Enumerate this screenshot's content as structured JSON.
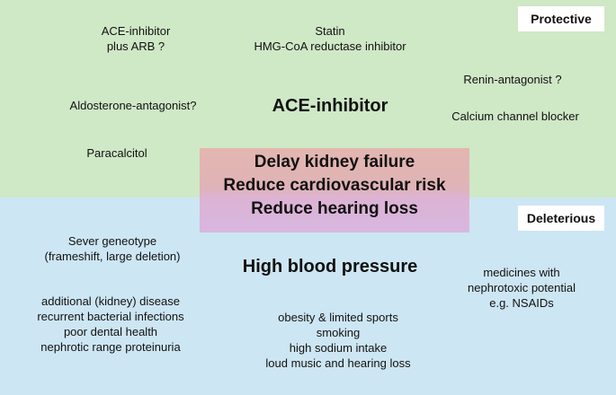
{
  "protective": {
    "tag": "Protective",
    "items": {
      "ace_arb": [
        "ACE-inhibitor",
        "plus ARB ?"
      ],
      "statin": [
        "Statin",
        "HMG-CoA reductase inhibitor"
      ],
      "renin": "Renin-antagonist ?",
      "aldosterone": "Aldosterone-antagonist?",
      "ace_main": "ACE-inhibitor",
      "calcium": "Calcium channel blocker",
      "paracalcitol": "Paracalcitol"
    }
  },
  "center": {
    "lines": [
      "Delay kidney failure",
      "Reduce cardiovascular risk",
      "Reduce hearing loss"
    ]
  },
  "deleterious": {
    "tag": "Deleterious",
    "items": {
      "genotype": [
        "Sever geneotype",
        "(frameshift, large deletion)"
      ],
      "hbp": "High blood pressure",
      "nephrotoxic": [
        "medicines with",
        "nephrotoxic potential",
        "e.g. NSAIDs"
      ],
      "disease": [
        "additional (kidney) disease",
        "recurrent bacterial infections",
        "poor dental health",
        "nephrotic range proteinuria"
      ],
      "lifestyle": [
        "obesity & limited sports",
        "smoking",
        "high sodium intake",
        "loud music and hearing loss"
      ]
    }
  },
  "colors": {
    "protective_bg": "#cfe8c6",
    "deleterious_bg": "#cde6f3",
    "center_top": "#e3b6b0",
    "center_bottom": "#d8b7e0"
  }
}
